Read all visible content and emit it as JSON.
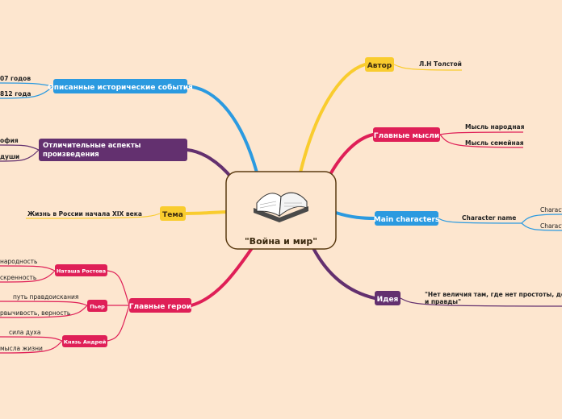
{
  "central": {
    "title": "\"Война и мир\"",
    "icon": "open-book-icon"
  },
  "colors": {
    "background": "#fde6cf",
    "yellow": "#f9cc2e",
    "red": "#df1f57",
    "blue": "#2b9ae0",
    "purple": "#63306f",
    "central_border": "#5b3b12"
  },
  "branches": {
    "author": {
      "label": "Автор",
      "children": [
        "Л.Н Толстой"
      ]
    },
    "main_thoughts": {
      "label": "Главные мысли",
      "children": [
        "Мысль народная",
        "Мысль семейная"
      ]
    },
    "main_characters": {
      "label": "Main characters",
      "child": "Character name",
      "sub": [
        "Charact",
        "Charact"
      ]
    },
    "idea": {
      "label": "Идея",
      "lines": [
        "\"Нет величия там, где нет простоты, добр",
        "и правды\""
      ]
    },
    "events": {
      "label": "Описанные исторические события",
      "children": [
        "07 годов",
        "812 года"
      ]
    },
    "aspects": {
      "lines": [
        "Отличительные аспекты",
        "произведения"
      ],
      "children": [
        "офия",
        "души"
      ]
    },
    "theme": {
      "label": "Тема",
      "children": [
        "Жизнь в России начала XIX века"
      ]
    },
    "heroes": {
      "label": "Главные герои",
      "natasha": {
        "label": "Наташа Ростова",
        "children": [
          "народность",
          "скренность"
        ]
      },
      "pierre": {
        "label": "Пьер",
        "children": [
          "путь правдоискания",
          "рвычивость, верность"
        ]
      },
      "andrei": {
        "label": "Князь Андрей",
        "children": [
          "сила духа",
          "мысла жизни"
        ]
      }
    }
  }
}
